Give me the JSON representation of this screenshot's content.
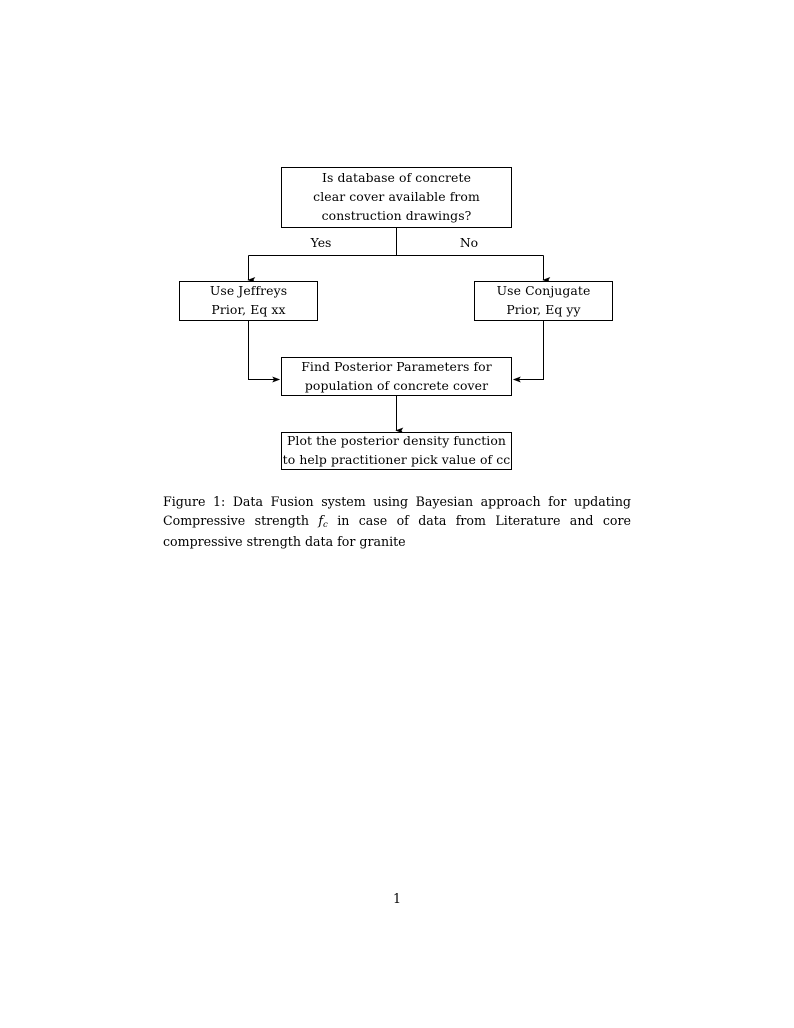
{
  "document": {
    "page_number": "1",
    "background_color": "#ffffff",
    "ink_color": "#000000"
  },
  "figure": {
    "nodes": {
      "decision": {
        "lines": [
          "Is database of concrete",
          "clear cover available from",
          "construction drawings?"
        ]
      },
      "jeffreys": {
        "lines": [
          "Use Jeffreys",
          "Prior, Eq xx"
        ]
      },
      "conjugate": {
        "lines": [
          "Use Conjugate",
          "Prior, Eq yy"
        ]
      },
      "posterior": {
        "lines": [
          "Find Posterior Parameters for",
          "population of concrete cover"
        ]
      },
      "plot": {
        "lines": [
          "Plot the posterior density function",
          "to help practitioner pick value of cc"
        ]
      }
    },
    "edge_labels": {
      "yes": "Yes",
      "no": "No"
    }
  },
  "caption": {
    "label": "Figure 1:",
    "text_before_math": " Data Fusion system using Bayesian approach for updating Compressive strength ",
    "math_base": "f",
    "math_subscript": "c",
    "text_after_math": " in case of data from Literature and core compressive strength data for granite",
    "full_text": "Figure 1: Data Fusion system using Bayesian approach for updating Compressive strength f_c in case of data from Literature and core compressive strength data for granite"
  }
}
